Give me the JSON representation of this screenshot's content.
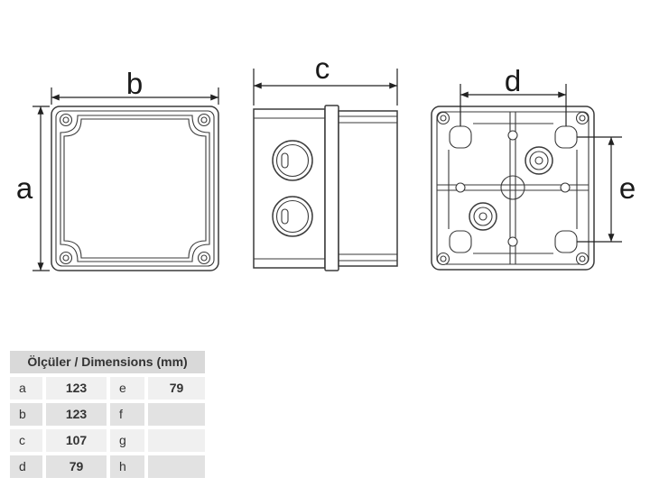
{
  "diagram": {
    "labels": {
      "a": "a",
      "b": "b",
      "c": "c",
      "d": "d",
      "e": "e"
    }
  },
  "dimensions_table": {
    "header": "Ölçüler / Dimensions (mm)",
    "rows": [
      {
        "label1": "a",
        "value1": "123",
        "label2": "e",
        "value2": "79"
      },
      {
        "label1": "b",
        "value1": "123",
        "label2": "f",
        "value2": ""
      },
      {
        "label1": "c",
        "value1": "107",
        "label2": "g",
        "value2": ""
      },
      {
        "label1": "d",
        "value1": "79",
        "label2": "h",
        "value2": ""
      }
    ]
  },
  "colors": {
    "line": "#3a3a3a",
    "dim": "#222222",
    "label": "#1a1a1a",
    "table_text": "#333333",
    "table_header_bg": "#d9d9d9",
    "table_row_light": "#f0f0f0",
    "table_row_dark": "#e2e2e2"
  }
}
